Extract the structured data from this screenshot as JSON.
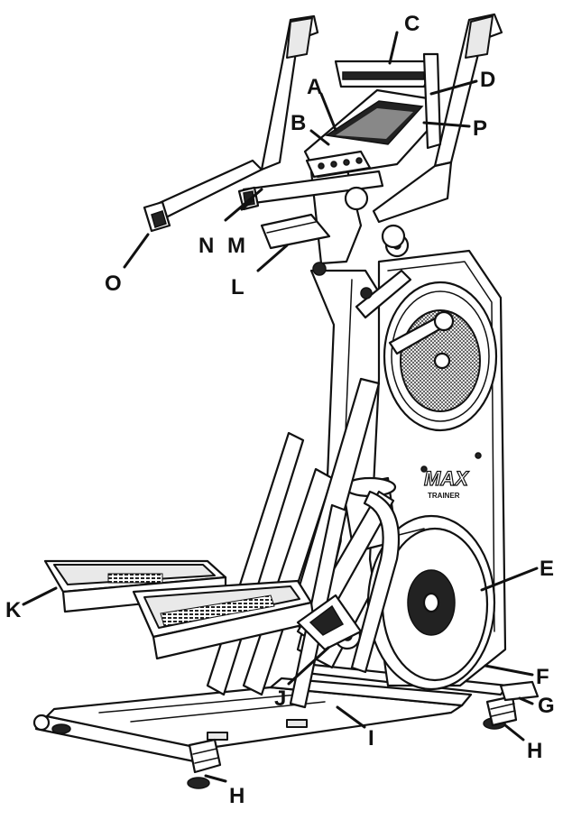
{
  "diagram": {
    "brand_logo_text": "MAX",
    "brand_sub_text": "TRAINER",
    "labels": {
      "A": "A",
      "B": "B",
      "C": "C",
      "D": "D",
      "E": "E",
      "F": "F",
      "G": "G",
      "H1": "H",
      "H2": "H",
      "I": "I",
      "J": "J",
      "K": "K",
      "L": "L",
      "M": "M",
      "N": "N",
      "O": "O",
      "P": "P"
    }
  }
}
